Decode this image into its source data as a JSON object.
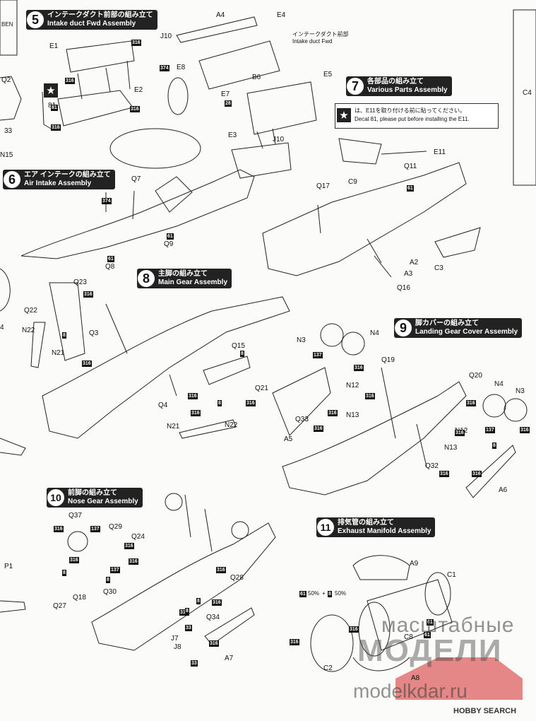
{
  "steps": [
    {
      "num": "5",
      "jp": "インテークダクト前部の組み立て",
      "en": "Intake duct Fwd Assembly"
    },
    {
      "num": "6",
      "jp": "エア インテークの組み立て",
      "en": "Air Intake Assembly"
    },
    {
      "num": "7",
      "jp": "各部品の組み立て",
      "en": "Various Parts Assembly"
    },
    {
      "num": "8",
      "jp": "主脚の組み立て",
      "en": "Main Gear Assembly"
    },
    {
      "num": "9",
      "jp": "脚カバーの組み立て",
      "en": "Landing Gear Cover Assembly"
    },
    {
      "num": "10",
      "jp": "前脚の組み立て",
      "en": "Nose Gear Assembly"
    },
    {
      "num": "11",
      "jp": "排気管の組み立て",
      "en": "Exhaust Manifold Assembly"
    }
  ],
  "callout_intake": {
    "jp": "インテークダクト前部",
    "en": "Intake duct Fwd"
  },
  "note7": {
    "jp": "は、E11を取り付ける前に貼ってください。",
    "en": "Decal 81, please put before installing the E11."
  },
  "mix": {
    "a": "61",
    "a_pct": "50%",
    "plus": "+",
    "b": "8",
    "b_pct": "50%"
  },
  "corner_text": "BEN",
  "parts": [
    "A4",
    "E4",
    "J10",
    "E1",
    "E2",
    "E8",
    "E7",
    "B6",
    "E5",
    "E3",
    "J10",
    "Q2",
    "N15",
    "33",
    "81",
    "Q7",
    "Q9",
    "Q8",
    "C9",
    "E11",
    "Q11",
    "Q17",
    "A2",
    "A3",
    "Q16",
    "C3",
    "C4",
    "Q23",
    "Q22",
    "N22",
    "Q3",
    "N21",
    "Q15",
    "Q21",
    "Q4",
    "N21",
    "N22",
    "N3",
    "N4",
    "Q19",
    "N12",
    "N13",
    "Q33",
    "A5",
    "Q20",
    "N4",
    "N3",
    "N12",
    "N13",
    "Q32",
    "A6",
    "Q37",
    "Q29",
    "Q24",
    "Q30",
    "Q18",
    "Q27",
    "Q28",
    "Q34",
    "J7",
    "J8",
    "A7",
    "A9",
    "C1",
    "C2",
    "C8",
    "A8",
    "P1",
    "4"
  ],
  "colors": [
    "316",
    "316",
    "316",
    "316",
    "374",
    "28",
    "81",
    "374",
    "61",
    "61",
    "61",
    "137",
    "316",
    "8",
    "316",
    "316",
    "8",
    "316",
    "316",
    "8",
    "316",
    "316",
    "316",
    "316",
    "137",
    "316",
    "316",
    "316",
    "8",
    "316",
    "316",
    "316",
    "137",
    "316",
    "8",
    "316",
    "137",
    "316",
    "8",
    "316",
    "8",
    "316",
    "316",
    "8",
    "316",
    "33",
    "33",
    "316",
    "61",
    "316",
    "61"
  ],
  "watermark": {
    "line1": "масштабные",
    "line2": "МОДЕЛИ",
    "line3": "modelkdar.ru"
  },
  "footer": "HOBBY SEARCH",
  "palette": {
    "ink": "#111111",
    "paper": "#fbfbf9",
    "header": "#222222"
  }
}
